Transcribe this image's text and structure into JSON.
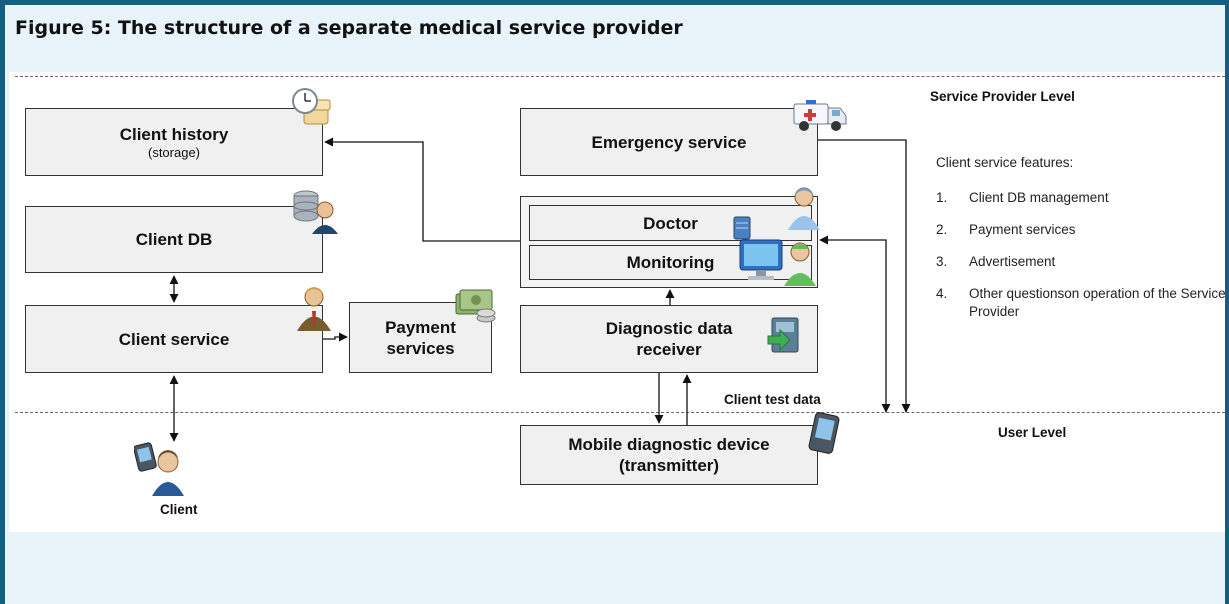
{
  "figure": {
    "title": "Figure 5: The structure of a separate medical service provider"
  },
  "levels": {
    "service_provider": "Service Provider  Level",
    "user": "User  Level"
  },
  "boxes": {
    "client_history": {
      "title": "Client history",
      "subtitle": "(storage)"
    },
    "client_db": {
      "title": "Client DB"
    },
    "client_service": {
      "title": "Client service"
    },
    "payment_services": {
      "line1": "Payment",
      "line2": "services"
    },
    "emergency_service": {
      "title": "Emergency service"
    },
    "doctor": {
      "title": "Doctor"
    },
    "monitoring": {
      "title": "Monitoring"
    },
    "diagnostic_receiver": {
      "line1": "Diagnostic data",
      "line2": "receiver"
    },
    "mobile_device": {
      "line1": "Mobile diagnostic device",
      "line2": "(transmitter)"
    }
  },
  "labels": {
    "client": "Client",
    "client_test_data": "Client  test  data"
  },
  "features": {
    "title": "Client service features:",
    "items": [
      {
        "num": "1.",
        "text": "Client DB management"
      },
      {
        "num": "2.",
        "text": "Payment  services"
      },
      {
        "num": "3.",
        "text": "Advertisement"
      },
      {
        "num": "4.",
        "text": "Other questionson operation of the Service Provider"
      }
    ]
  },
  "icons": {
    "client_history": "clock-scroll-icon",
    "client_db": "database-user-icon",
    "client_service": "business-person-icon",
    "payment": "money-stack-icon",
    "emergency": "ambulance-icon",
    "doctor": "doctor-icon",
    "monitoring": "computer-monitor-icon",
    "receiver": "server-device-icon",
    "mobile": "pda-device-icon",
    "client_user": "user-with-pda-icon"
  }
}
